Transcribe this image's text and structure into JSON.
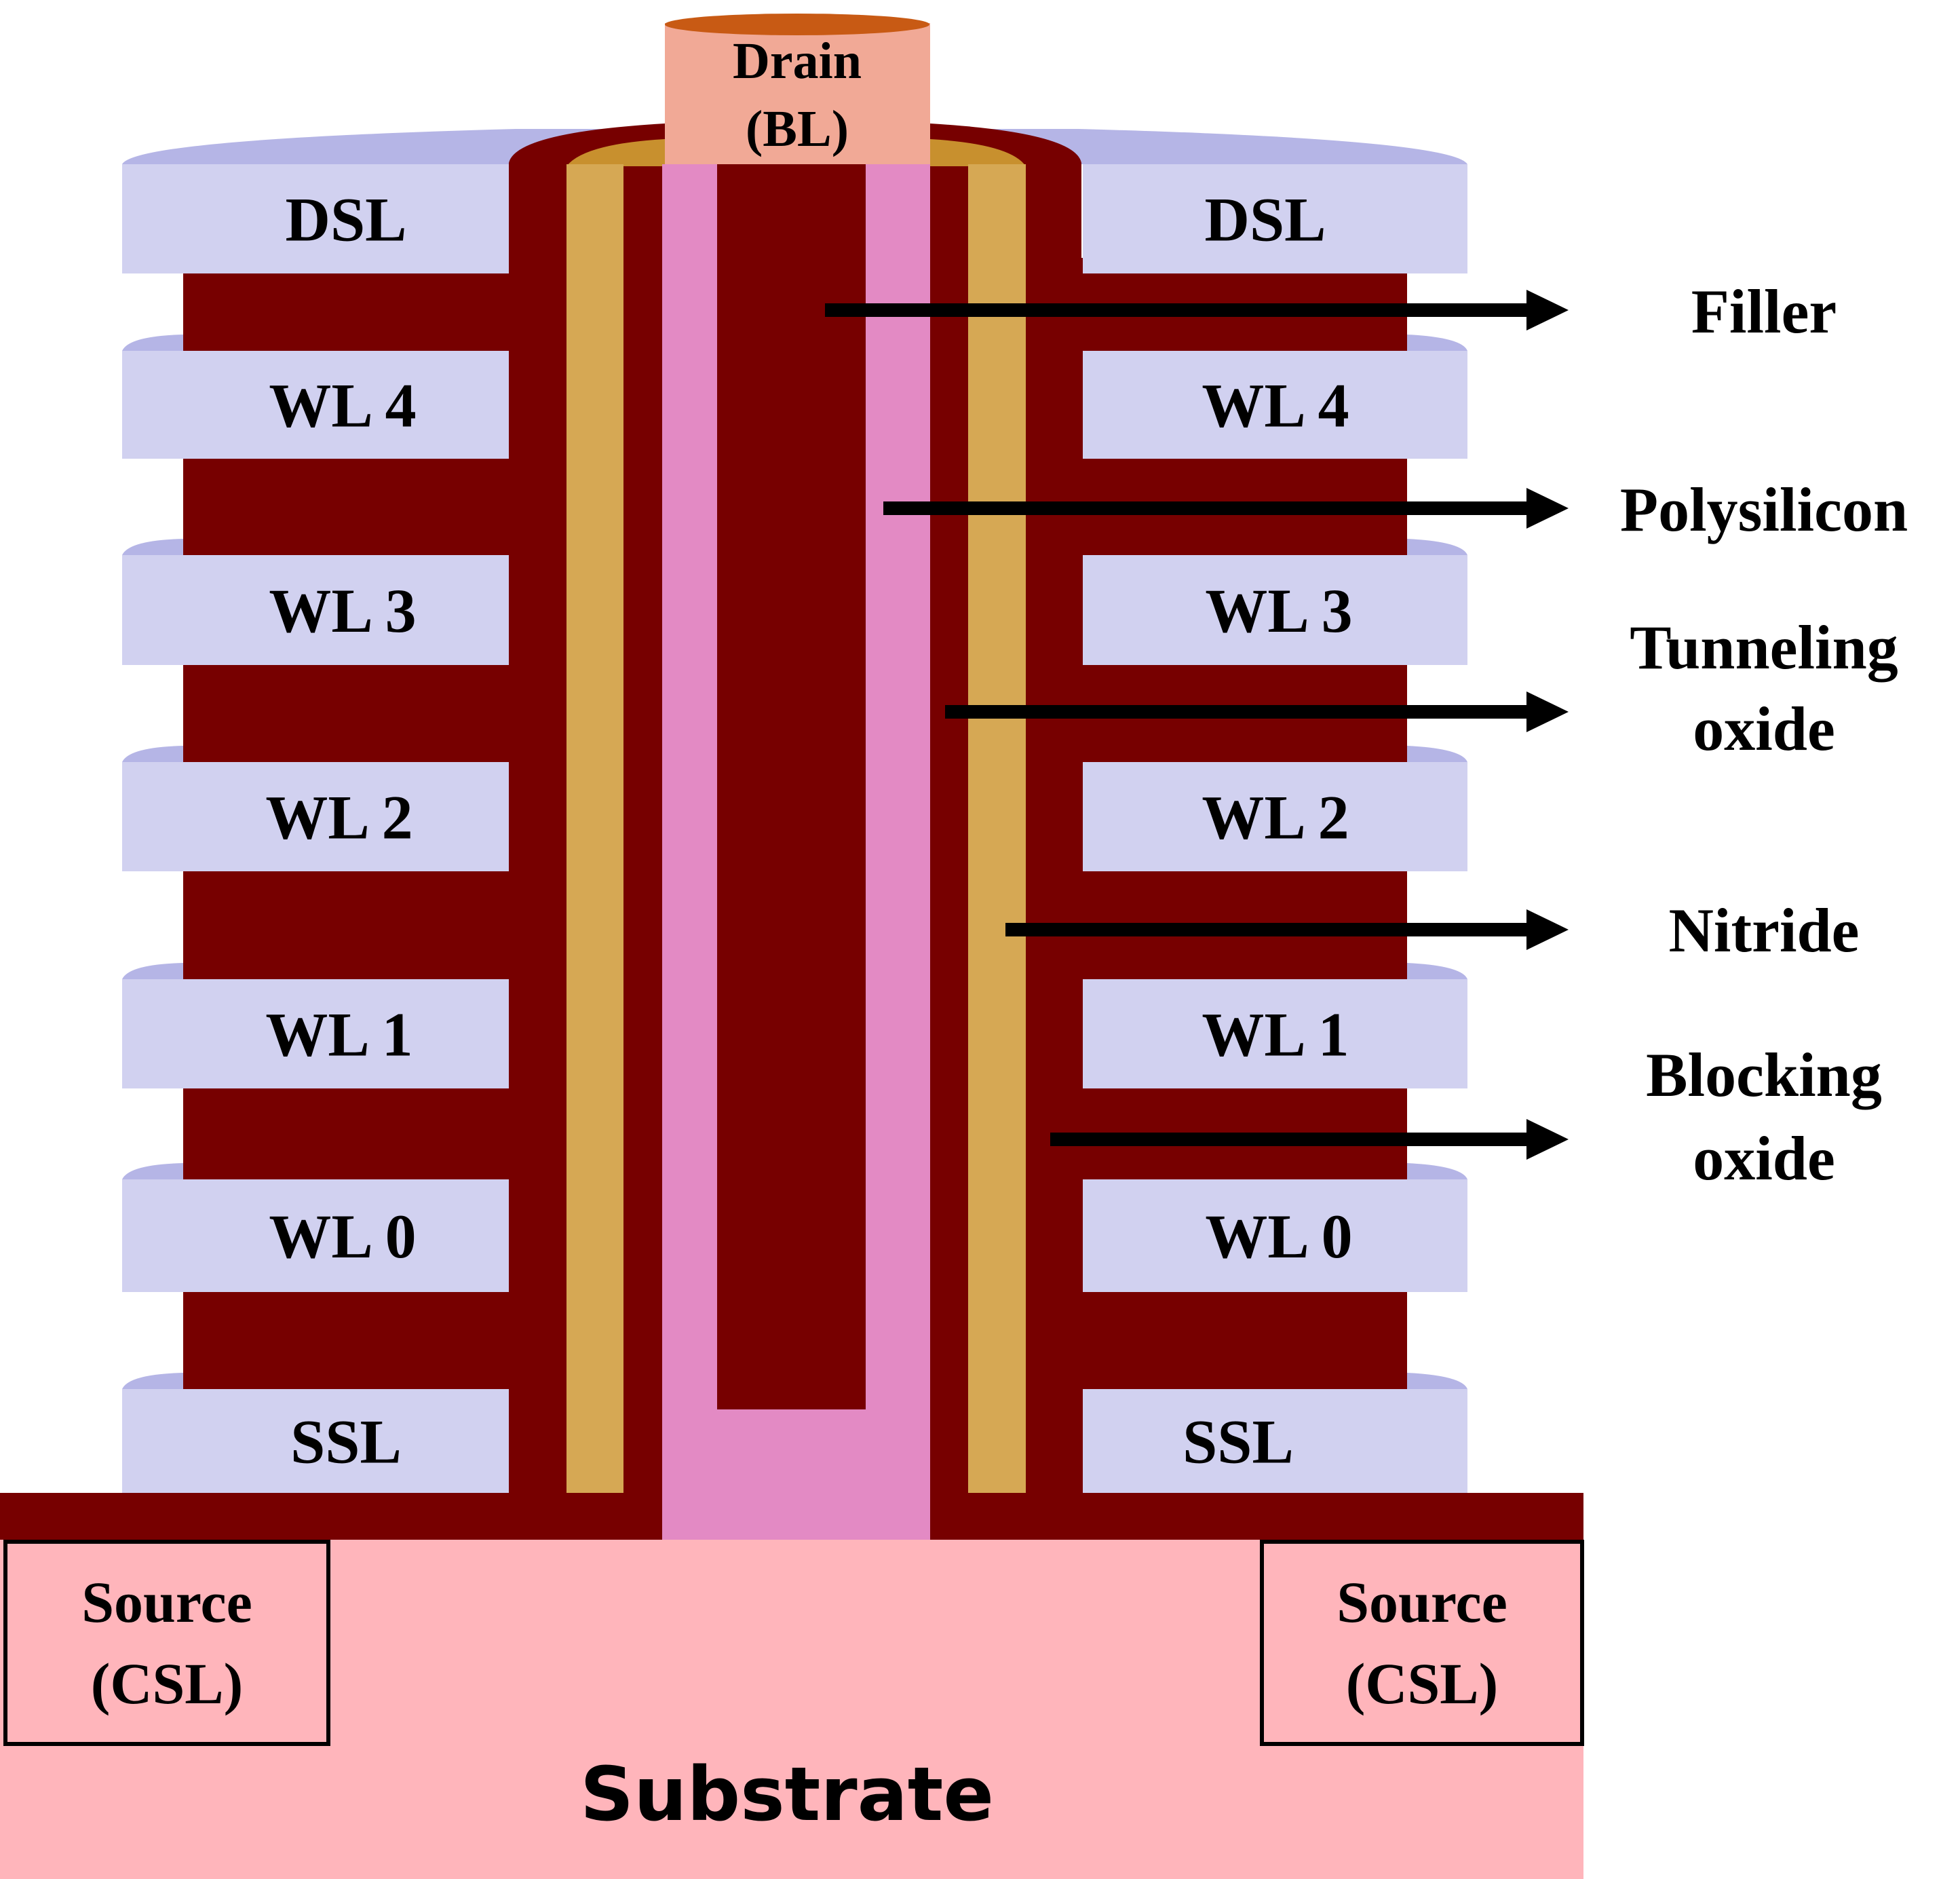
{
  "title": "3D NAND flash string cross-section",
  "colors": {
    "background": "#ffffff",
    "wordline": "#d1d1f0",
    "wordline_top": "#b5b5e6",
    "dielectric": "#770000",
    "nitride": "#d6a854",
    "nitride_top": "#c8902e",
    "polysilicon": "#e38ac4",
    "drain": "#f1a996",
    "drain_top": "#c85a14",
    "substrate": "#ffb5bb",
    "outline": "#000000"
  },
  "drain": {
    "line1": "Drain",
    "line2": "(BL)"
  },
  "layers": {
    "left": [
      "DSL",
      "WL 4",
      "WL 3",
      "WL 2",
      "WL 1",
      "WL 0",
      "SSL"
    ],
    "right": [
      "DSL",
      "WL 4",
      "WL 3",
      "WL 2",
      "WL 1",
      "WL 0",
      "SSL"
    ]
  },
  "callouts": [
    {
      "lines": [
        "Filler"
      ]
    },
    {
      "lines": [
        "Polysilicon"
      ]
    },
    {
      "lines": [
        "Tunneling",
        "oxide"
      ]
    },
    {
      "lines": [
        "Nitride"
      ]
    },
    {
      "lines": [
        "Blocking",
        "oxide"
      ]
    }
  ],
  "source_left": {
    "line1": "Source",
    "line2": "(CSL)"
  },
  "source_right": {
    "line1": "Source",
    "line2": "(CSL)"
  },
  "substrate": {
    "label": "Substrate"
  }
}
